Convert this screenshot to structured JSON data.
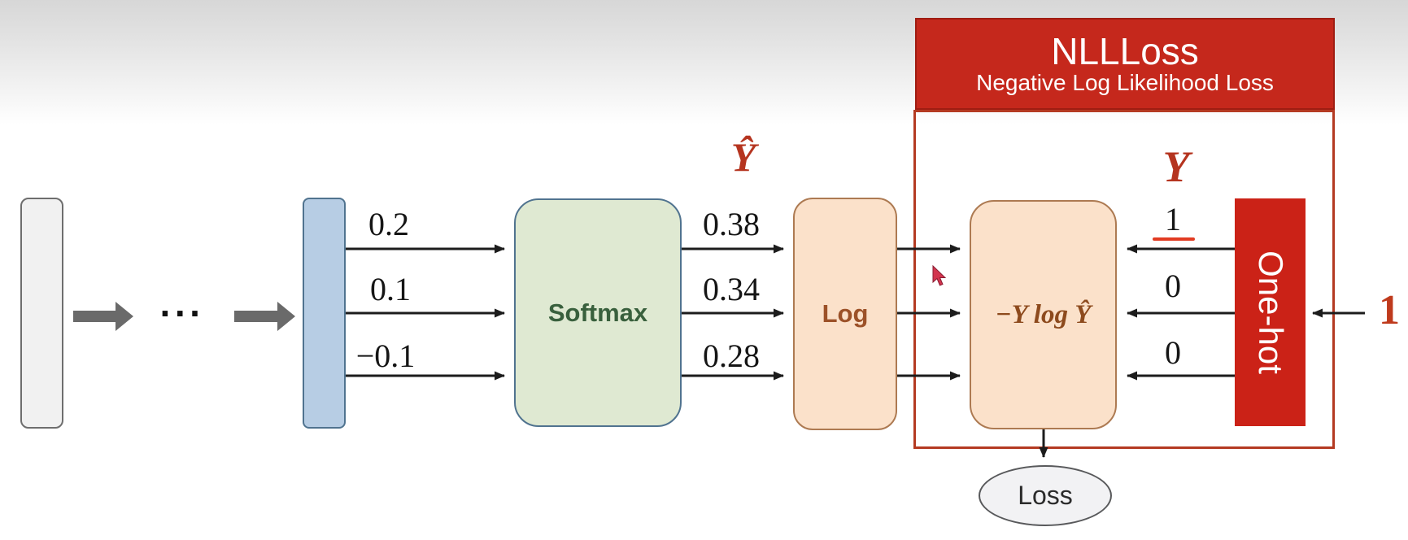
{
  "nllloss": {
    "title": "NLLLoss",
    "subtitle": "Negative Log Likelihood Loss"
  },
  "pipeline": {
    "ellipsis": "···",
    "logits": [
      "0.2",
      "0.1",
      "−0.1"
    ],
    "softmax_label": "Softmax",
    "yhat_label": "Ŷ",
    "probs": [
      "0.38",
      "0.34",
      "0.28"
    ],
    "log_label": "Log",
    "formula_label": "−Y log Ŷ",
    "y_label": "Y",
    "onehot_values": [
      "1",
      "0",
      "0"
    ],
    "onehot_label": "One-hot",
    "class_index_input": "1",
    "loss_label": "Loss"
  },
  "colors": {
    "nll_red": "#c5281c",
    "nll_border_red": "#b43a22",
    "onehot_red": "#cb2217",
    "peach_fill": "#fbe1ca",
    "peach_border": "#ad7a52",
    "softmax_green_fill": "#dfe9d2",
    "softmax_text_green": "#39603d",
    "blue_vector_fill": "#b7cde4",
    "blue_vector_border": "#50738f",
    "gray_vector_fill": "#f1f1f1",
    "math_red_text": "#b5341f",
    "brown_text": "#9c5128",
    "block_arrow_gray": "#6a6a6a"
  }
}
